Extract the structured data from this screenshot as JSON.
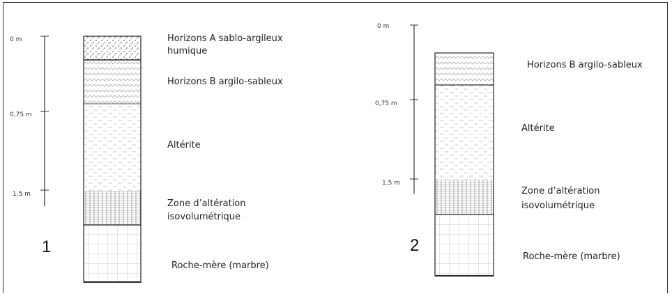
{
  "profile1": {
    "number": "1",
    "depths": [
      "0 m",
      "0,75 m",
      "1,5 m"
    ],
    "layers": {
      "horizon_a_line1": "Horizons A sablo-argileux",
      "horizon_a_line2": "humique",
      "horizon_b": "Horizons B argilo-sableux",
      "alterite": "Altérite",
      "zone_line1": "Zone d’altération",
      "zone_line2": "isovolumétrique",
      "roche": "Roche-mère (marbre)"
    }
  },
  "profile2": {
    "number": "2",
    "depths": [
      "0 m",
      "0,75 m",
      "1,5 m"
    ],
    "layers": {
      "horizon_b": "Horizons B argilo-sableux",
      "alterite": "Altérite",
      "zone_line1": "Zone d’altération",
      "zone_line2": "isovolumétrique",
      "roche": "Roche-mère (marbre)"
    }
  }
}
